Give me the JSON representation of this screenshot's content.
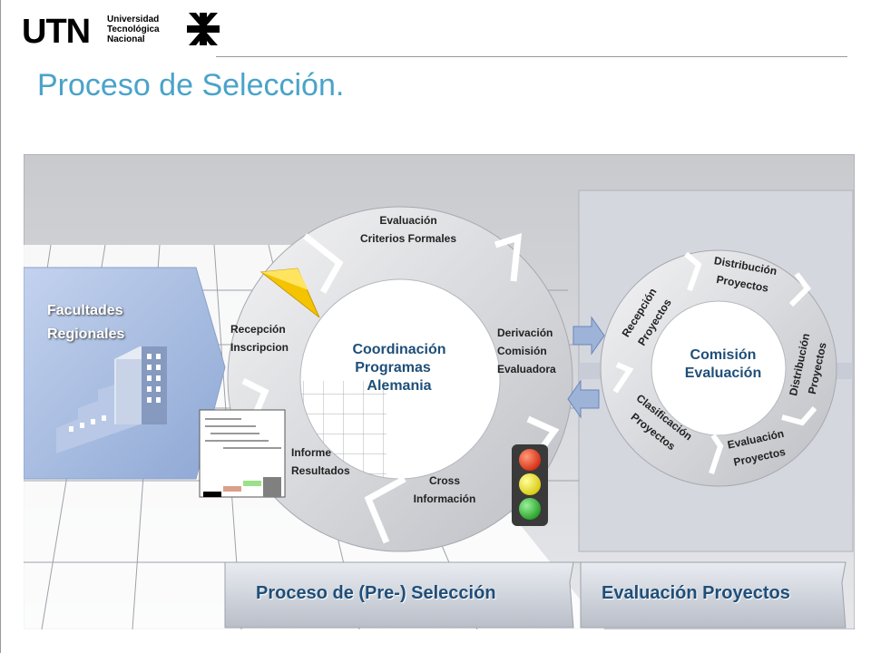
{
  "header": {
    "logo_text": "UTN",
    "university_lines": [
      "Universidad",
      "Tecnológica",
      "Nacional"
    ],
    "page_title": "Proceso de Selección."
  },
  "left_panel": {
    "facultades_line1": "Facultades",
    "facultades_line2": "Regionales"
  },
  "preselection_cycle": {
    "center_line1": "Coordinación",
    "center_line2": "Programas",
    "center_line3": "Alemania",
    "stage_evaluacion_1": "Evaluación",
    "stage_evaluacion_2": "Criterios Formales",
    "stage_derivacion_1": "Derivación",
    "stage_derivacion_2": "Comisión",
    "stage_derivacion_3": "Evaluadora",
    "stage_cross_1": "Cross",
    "stage_cross_2": "Información",
    "stage_informe_1": "Informe",
    "stage_informe_2": "Resultados",
    "stage_recepcion_1": "Recepción",
    "stage_recepcion_2": "Inscripcion"
  },
  "evaluation_cycle": {
    "center_line1": "Comisión",
    "center_line2": "Evaluación",
    "seg_distribucion_1": "Distribución",
    "seg_distribucion_2": "Proyectos",
    "seg_recepcion_1": "Recepción",
    "seg_recepcion_2": "Proyectos",
    "seg_dist_right_1": "Distribución",
    "seg_dist_right_2": "Proyectos",
    "seg_evaluacion_1": "Evaluación",
    "seg_evaluacion_2": "Proyectos",
    "seg_clasificacion_1": "Clasificación",
    "seg_clasificacion_2": "Proyectos"
  },
  "bands": {
    "preselection": "Proceso de (Pre-) Selección",
    "evaluation": "Evaluación Proyectos"
  },
  "colors": {
    "title": "#4aa3c9",
    "band_text": "#1f4e79",
    "panel_blue": "#9fb8e0",
    "traffic_red": "#e8321c",
    "traffic_yellow": "#f0e020",
    "traffic_green": "#3cb83c"
  }
}
